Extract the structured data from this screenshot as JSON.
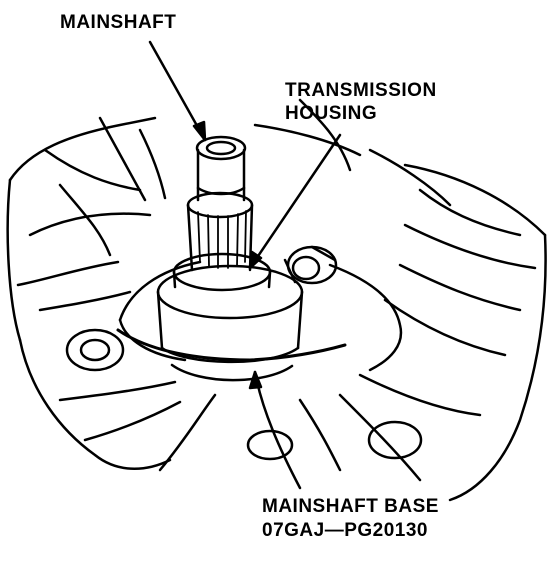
{
  "labels": {
    "mainshaft": "MAINSHAFT",
    "transmission_housing_line1": "TRANSMISSION",
    "transmission_housing_line2": "HOUSING",
    "mainshaft_base_line1": "MAINSHAFT BASE",
    "mainshaft_base_line2": "07GAJ—PG20130"
  },
  "colors": {
    "ink": "#000000",
    "paper": "#ffffff"
  }
}
